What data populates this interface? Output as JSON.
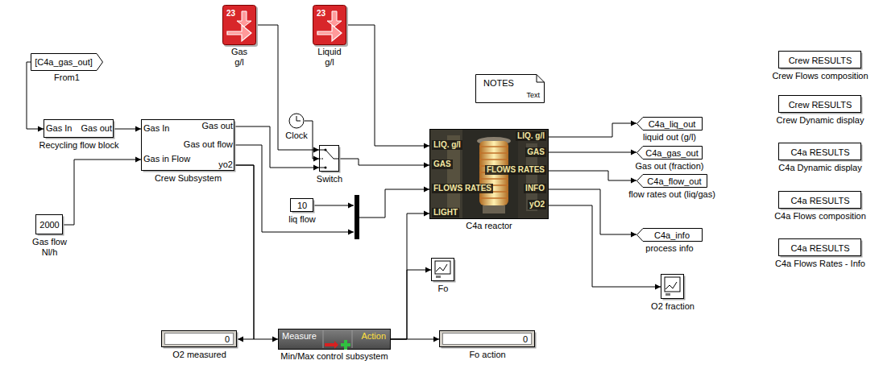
{
  "diagram": {
    "nodes": [
      {
        "text": [
          "[C4a_gas_out]",
          "From1"
        ]
      },
      {
        "text": [
          "23",
          "Gas g/l"
        ]
      },
      {
        "text": [
          "23",
          "Liquid g/l"
        ]
      },
      {
        "text": [
          "Gas In",
          "Gas out",
          "Recycling flow block"
        ]
      },
      {
        "text": [
          "Gas In",
          "Gas in Flow",
          "Gas out",
          "Gas out flow",
          "yo2",
          "Crew Subsystem"
        ]
      },
      {
        "text": [
          "NOTES",
          "Text"
        ]
      },
      {
        "text": [
          "Clock"
        ]
      },
      {
        "text": [
          "Switch"
        ]
      },
      {
        "text": [
          "LIQ. g/l",
          "GAS",
          "FLOWS RATES",
          "LIGHT",
          "LIQ. g/l",
          "GAS",
          "FLOWS RATES",
          "INFO",
          "yO2",
          "C4a reactor"
        ]
      },
      {
        "text": [
          "C4a_liq_out",
          "liquid out (g/l)"
        ]
      },
      {
        "text": [
          "C4a_gas_out",
          "Gas out (fraction)"
        ]
      },
      {
        "text": [
          "C4a_flow_out",
          "flow rates out (liq/gas)"
        ]
      },
      {
        "text": [
          "C4a_info",
          "process info"
        ]
      },
      {
        "text": [
          "Crew RESULTS",
          "Crew Flows composition"
        ]
      },
      {
        "text": [
          "Crew RESULTS",
          "Crew Dynamic display"
        ]
      },
      {
        "text": [
          "C4a RESULTS",
          "C4a Dynamic display"
        ]
      },
      {
        "text": [
          "C4a RESULTS",
          "C4a Flows composition"
        ]
      },
      {
        "text": [
          "C4a RESULTS",
          "C4a Flows Rates - Info"
        ]
      },
      {
        "text": [
          "2000",
          "Gas flow Nl/h"
        ]
      },
      {
        "text": [
          "10",
          "liq flow"
        ]
      },
      {
        "text": [
          "Fo"
        ]
      },
      {
        "text": [
          "O2 fraction"
        ]
      },
      {
        "text": [
          "0",
          "O2 measured"
        ]
      },
      {
        "text": [
          "Measure",
          "Action",
          "Min/Max control subsystem"
        ]
      },
      {
        "text": [
          "0",
          "Fo action"
        ]
      }
    ],
    "edges": [
      {
        "from": 0,
        "to": 3,
        "arrow": "to"
      },
      {
        "from": 3,
        "to": 4,
        "arrow": "to"
      },
      {
        "from": 18,
        "to": 4,
        "arrow": "to"
      },
      {
        "from": 4,
        "to": 7,
        "arrow": "to"
      },
      {
        "from": 6,
        "to": 7,
        "arrow": "to"
      },
      {
        "from": 1,
        "to": 7,
        "arrow": "to"
      },
      {
        "from": 2,
        "to": 8,
        "arrow": "to"
      },
      {
        "from": 7,
        "to": 8,
        "arrow": "to"
      },
      {
        "from": 4,
        "to": 22,
        "arrow": "to"
      },
      {
        "from": 4,
        "to": 23,
        "arrow": "to"
      },
      {
        "from": 23,
        "to": 24,
        "arrow": "to"
      },
      {
        "from": 23,
        "to": 8,
        "arrow": "to"
      },
      {
        "from": 23,
        "to": 20,
        "arrow": "to"
      },
      {
        "from": 8,
        "to": 9,
        "arrow": "to"
      },
      {
        "from": 8,
        "to": 10,
        "arrow": "to"
      },
      {
        "from": 8,
        "to": 11,
        "arrow": "to"
      },
      {
        "from": 8,
        "to": 12,
        "arrow": "to"
      },
      {
        "from": 8,
        "to": 21,
        "arrow": "to"
      }
    ]
  }
}
